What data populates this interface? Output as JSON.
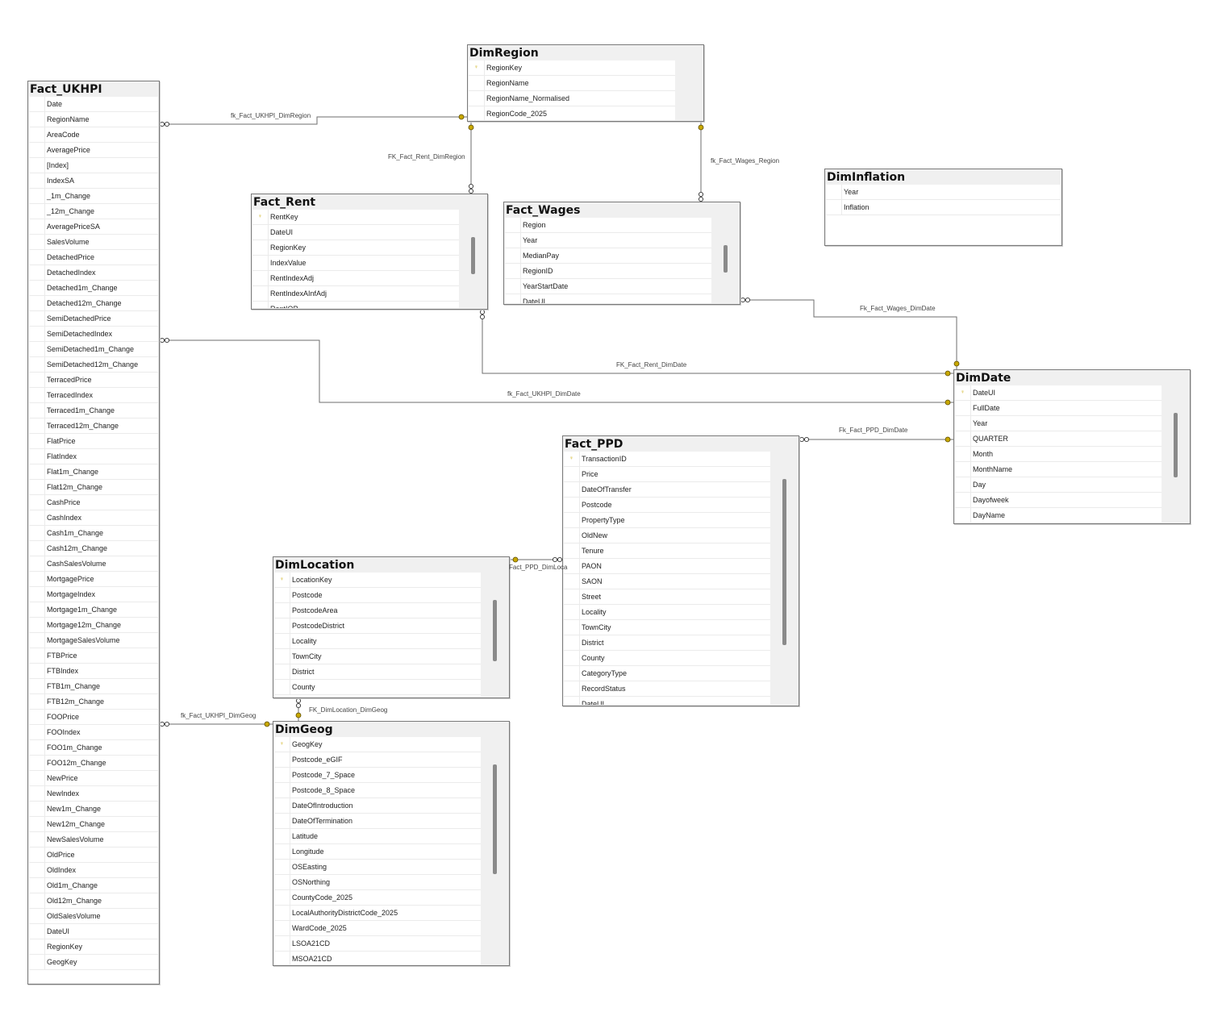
{
  "tables": [
    {
      "id": "Fact_UKHPI",
      "title": "Fact_UKHPI",
      "keys": [],
      "columns": [
        "Date",
        "RegionName",
        "AreaCode",
        "AveragePrice",
        "[Index]",
        "IndexSA",
        "_1m_Change",
        "_12m_Change",
        "AveragePriceSA",
        "SalesVolume",
        "DetachedPrice",
        "DetachedIndex",
        "Detached1m_Change",
        "Detached12m_Change",
        "SemiDetachedPrice",
        "SemiDetachedIndex",
        "SemiDetached1m_Change",
        "SemiDetached12m_Change",
        "TerracedPrice",
        "TerracedIndex",
        "Terraced1m_Change",
        "Terraced12m_Change",
        "FlatPrice",
        "FlatIndex",
        "Flat1m_Change",
        "Flat12m_Change",
        "CashPrice",
        "CashIndex",
        "Cash1m_Change",
        "Cash12m_Change",
        "CashSalesVolume",
        "MortgagePrice",
        "MortgageIndex",
        "Mortgage1m_Change",
        "Mortgage12m_Change",
        "MortgageSalesVolume",
        "FTBPrice",
        "FTBIndex",
        "FTB1m_Change",
        "FTB12m_Change",
        "FOOPrice",
        "FOOIndex",
        "FOO1m_Change",
        "FOO12m_Change",
        "NewPrice",
        "NewIndex",
        "New1m_Change",
        "New12m_Change",
        "NewSalesVolume",
        "OldPrice",
        "OldIndex",
        "Old1m_Change",
        "Old12m_Change",
        "OldSalesVolume",
        "DateUI",
        "RegionKey",
        "GeogKey"
      ]
    },
    {
      "id": "DimRegion",
      "title": "DimRegion",
      "keys": [
        0
      ],
      "columns": [
        "RegionKey",
        "RegionName",
        "RegionName_Normalised",
        "RegionCode_2025"
      ]
    },
    {
      "id": "Fact_Rent",
      "title": "Fact_Rent",
      "keys": [
        0
      ],
      "columns": [
        "RentKey",
        "DateUI",
        "RegionKey",
        "IndexValue",
        "RentIndexAdj",
        "RentIndexAInfAdj",
        "RentIOP"
      ]
    },
    {
      "id": "Fact_Wages",
      "title": "Fact_Wages",
      "keys": [],
      "columns": [
        "Region",
        "Year",
        "MedianPay",
        "RegionID",
        "YearStartDate",
        "DateUI"
      ]
    },
    {
      "id": "DimInflation",
      "title": "DimInflation",
      "keys": [],
      "columns": [
        "Year",
        "Inflation"
      ]
    },
    {
      "id": "DimDate",
      "title": "DimDate",
      "keys": [
        0
      ],
      "columns": [
        "DateUI",
        "FullDate",
        "Year",
        "QUARTER",
        "Month",
        "MonthName",
        "Day",
        "Dayofweek",
        "DayName"
      ]
    },
    {
      "id": "Fact_PPD",
      "title": "Fact_PPD",
      "keys": [
        0
      ],
      "columns": [
        "TransactionID",
        "Price",
        "DateOfTransfer",
        "Postcode",
        "PropertyType",
        "OldNew",
        "Tenure",
        "PAON",
        "SAON",
        "Street",
        "Locality",
        "TownCity",
        "District",
        "County",
        "CategoryType",
        "RecordStatus",
        "DateUI"
      ]
    },
    {
      "id": "DimLocation",
      "title": "DimLocation",
      "keys": [
        0
      ],
      "columns": [
        "LocationKey",
        "Postcode",
        "PostcodeArea",
        "PostcodeDistrict",
        "Locality",
        "TownCity",
        "District",
        "County"
      ]
    },
    {
      "id": "DimGeog",
      "title": "DimGeog",
      "keys": [
        0
      ],
      "columns": [
        "GeogKey",
        "Postcode_eGIF",
        "Postcode_7_Space",
        "Postcode_8_Space",
        "DateOfIntroduction",
        "DateOfTermination",
        "Latitude",
        "Longitude",
        "OSEasting",
        "OSNorthing",
        "CountyCode_2025",
        "LocalAuthorityDistrictCode_2025",
        "WardCode_2025",
        "LSOA21CD",
        "MSOA21CD"
      ]
    }
  ],
  "relationships": [
    {
      "id": "fk_Fact_UKHPI_DimRegion",
      "label": "fk_Fact_UKHPI_DimRegion"
    },
    {
      "id": "FK_Fact_Rent_DimRegion",
      "label": "FK_Fact_Rent_DimRegion"
    },
    {
      "id": "fk_Fact_Wages_Region",
      "label": "fk_Fact_Wages_Region"
    },
    {
      "id": "Fk_Fact_Wages_DimDate",
      "label": "Fk_Fact_Wages_DimDate"
    },
    {
      "id": "FK_Fact_Rent_DimDate",
      "label": "FK_Fact_Rent_DimDate"
    },
    {
      "id": "fk_Fact_UKHPI_DimDate",
      "label": "fk_Fact_UKHPI_DimDate"
    },
    {
      "id": "Fk_Fact_PPD_DimDate",
      "label": "Fk_Fact_PPD_DimDate"
    },
    {
      "id": "Fact_PPD_DimLocation",
      "label": "Fact_PPD_DimLoca"
    },
    {
      "id": "fk_Fact_UKHPI_DimGeog",
      "label": "fk_Fact_UKHPI_DimGeog"
    },
    {
      "id": "FK_DimLocation_DimGeog",
      "label": "FK_DimLocation_DimGeog"
    }
  ],
  "colors": {
    "line": "#6e6e6e",
    "key": "#c8a800",
    "border": "#7a7a7a",
    "header": "#f0f0f0",
    "scroll_thumb": "#8a8a8a"
  }
}
